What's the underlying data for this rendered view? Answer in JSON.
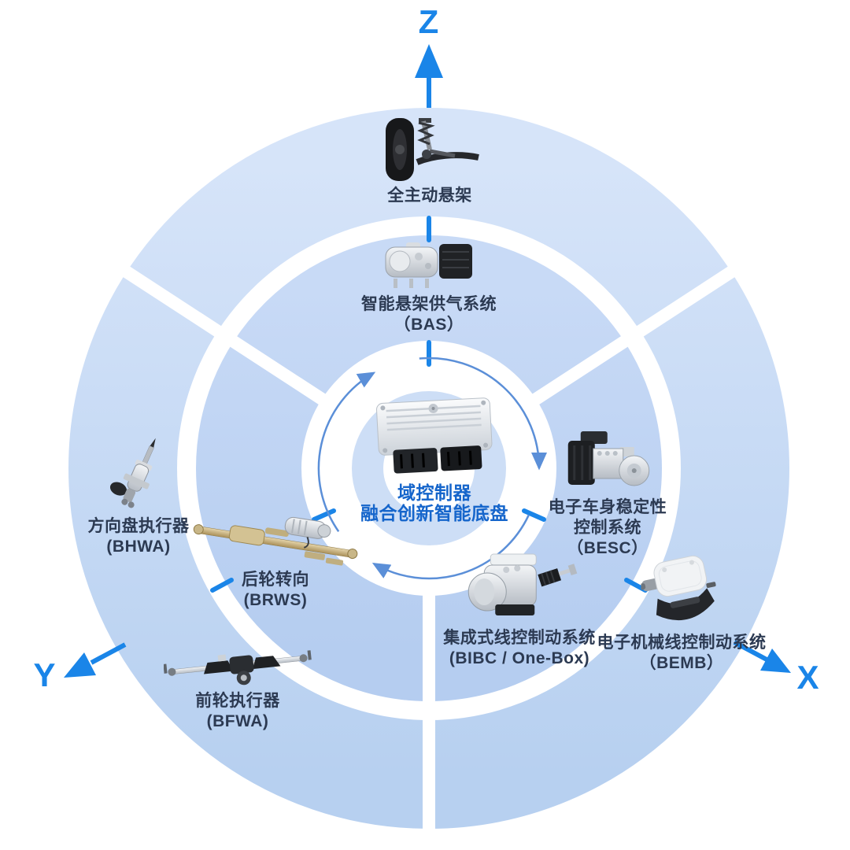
{
  "axes": {
    "z": "Z",
    "y": "Y",
    "x": "X"
  },
  "hub": {
    "line1": "域控制器",
    "line2": "融合创新智能底盘"
  },
  "components": [
    {
      "id": "full-active-suspension",
      "label": "全主动悬架",
      "code": "",
      "ring": "outer"
    },
    {
      "id": "bas",
      "label": "智能悬架供气系统",
      "code": "（BAS）",
      "ring": "middle"
    },
    {
      "id": "besc",
      "label": "电子车身稳定性",
      "label2": "控制系统",
      "code": "（BESC）",
      "ring": "middle"
    },
    {
      "id": "bibc",
      "label": "集成式线控制动系统",
      "code": "(BIBC / One-Box)",
      "ring": "middle"
    },
    {
      "id": "bemb",
      "label": "电子机械线控制动系统",
      "code": "（BEMB）",
      "ring": "outer"
    },
    {
      "id": "bhwa",
      "label": "方向盘执行器",
      "code": "(BHWA)",
      "ring": "outer"
    },
    {
      "id": "brws",
      "label": "后轮转向",
      "code": "(BRWS)",
      "ring": "middle"
    },
    {
      "id": "bfwa",
      "label": "前轮执行器",
      "code": "(BFWA)",
      "ring": "outer"
    }
  ],
  "colors": {
    "accent": "#1a85e8",
    "hubText": "#1565cb",
    "labelColor": "#2c3a52",
    "ringOuterTop": "#d6e4f9",
    "ringOuterBottom": "#b7d0f0",
    "ringMiddleTop": "#c8daf6",
    "ringMiddleBottom": "#b5cdf0",
    "ringInner": "#cddef6",
    "rotArrow": "#5b8fd8"
  }
}
